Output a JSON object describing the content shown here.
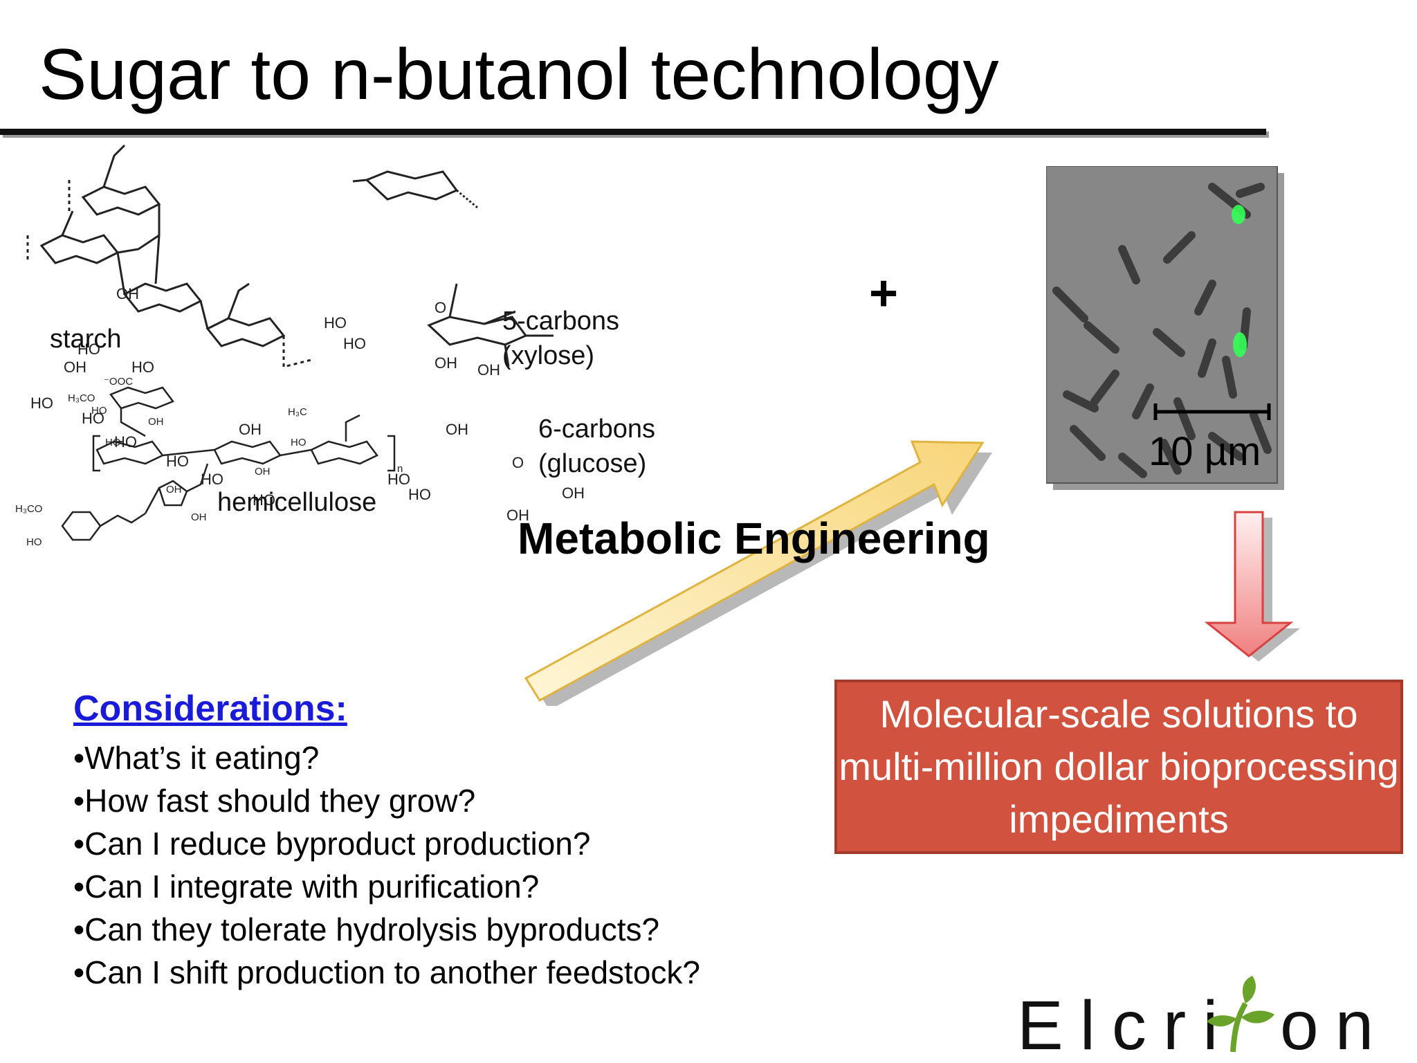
{
  "slide": {
    "title": "Sugar to n-butanol technology"
  },
  "chemistry": {
    "starch_label": "starch",
    "hemicellulose_label": "hemicellulose",
    "xylose": {
      "line1": "5-carbons",
      "line2": "(xylose)"
    },
    "glucose": {
      "line1": "6-carbons",
      "line2": "(glucose)"
    },
    "atoms": {
      "oh": "OH",
      "ho": "HO",
      "o": "O",
      "ooc": "⁻OOC",
      "h3co": "H₃CO",
      "h3c": "H₃C",
      "n": "n"
    }
  },
  "micrograph": {
    "scale_bar_label": "10 µm",
    "colors": {
      "background": "#8a8a8a",
      "fluorescence": "#33ff55"
    }
  },
  "plus_sign": "+",
  "arrow_label": "Metabolic Engineering",
  "considerations": {
    "heading": "Considerations:",
    "items": [
      "What’s it eating?",
      "How fast should they grow?",
      "Can I reduce byproduct production?",
      "Can I integrate with purification?",
      "Can they tolerate hydrolysis byproducts?",
      "Can I shift production to another feedstock?"
    ]
  },
  "result_box": {
    "text": "Molecular-scale solutions to multi-million dollar bioprocessing impediments",
    "color": "#d0523f"
  },
  "logo": {
    "text_left": "Elcri",
    "text_right": "on",
    "leaf_color": "#6aa32a"
  }
}
